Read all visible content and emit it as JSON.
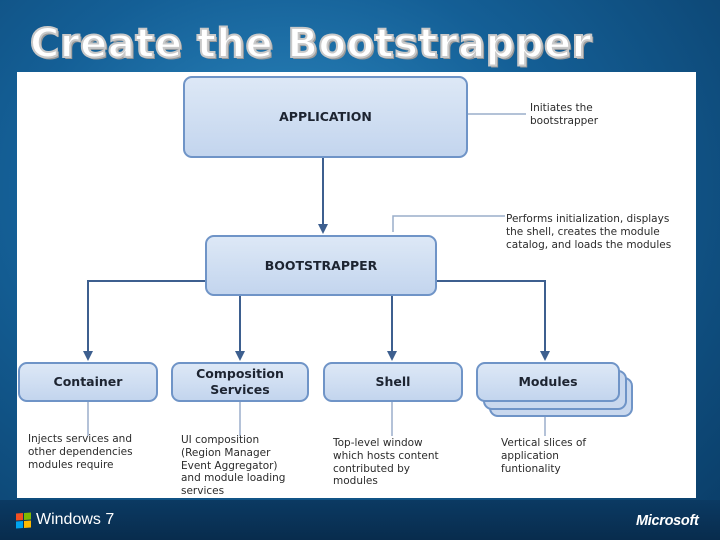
{
  "slide": {
    "title": "Create the Bootstrapper"
  },
  "diagram": {
    "boxes": {
      "application": "APPLICATION",
      "bootstrapper": "BOOTSTRAPPER",
      "container": "Container",
      "composition_line1": "Composition",
      "composition_line2": "Services",
      "shell": "Shell",
      "modules": "Modules"
    },
    "notes": {
      "application": [
        "Initiates the",
        "bootstrapper"
      ],
      "bootstrapper": [
        "Performs initialization, displays",
        "the shell, creates the module",
        "catalog, and loads the modules"
      ],
      "container": [
        "Injects services and",
        "other dependencies",
        "modules require"
      ],
      "composition": [
        "UI composition",
        "(Region Manager",
        "Event Aggregator)",
        "and module loading",
        "services"
      ],
      "shell": [
        "Top-level window",
        "which hosts content",
        "contributed by",
        "modules"
      ],
      "modules": [
        "Vertical slices of",
        "application",
        "funtionality"
      ]
    },
    "colors": {
      "box_fill": "#c9d8ee",
      "box_border": "#6f94c7",
      "arrow": "#3d5f8f",
      "callout_line": "#9aaeca"
    }
  },
  "footer": {
    "windows_label": "Windows 7",
    "microsoft_label": "Microsoft",
    "windows_flag_colors": [
      "#f25022",
      "#7fba00",
      "#00a4ef",
      "#ffb900"
    ]
  }
}
